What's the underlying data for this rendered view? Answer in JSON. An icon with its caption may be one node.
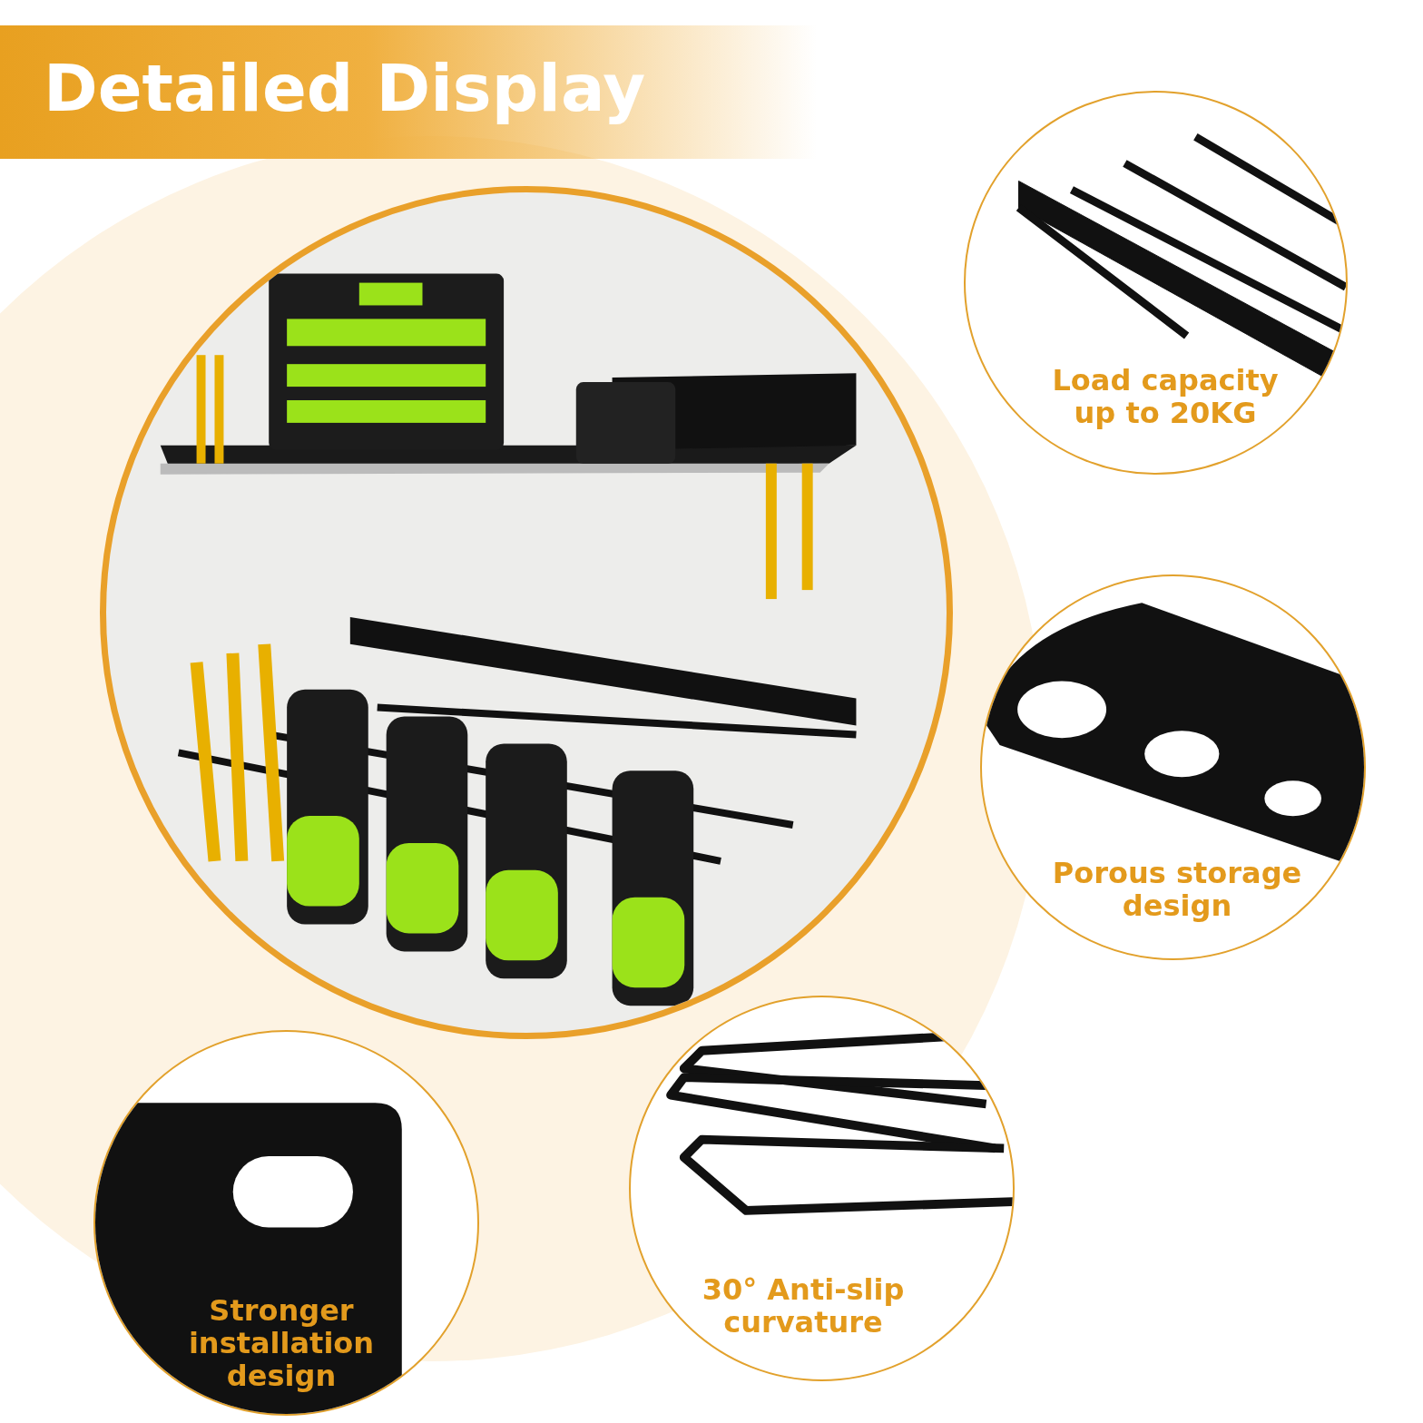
{
  "diagram": {
    "title": "Detailed Display",
    "nodes": [
      {
        "text": [],
        "shape": "picture"
      },
      {
        "text": [
          "Load capacity up to 20KG"
        ]
      },
      {
        "text": [
          "Porous storage design"
        ]
      },
      {
        "text": [
          "Stronger installation design"
        ]
      },
      {
        "text": [
          "30° Anti-slip curvature"
        ]
      }
    ]
  }
}
